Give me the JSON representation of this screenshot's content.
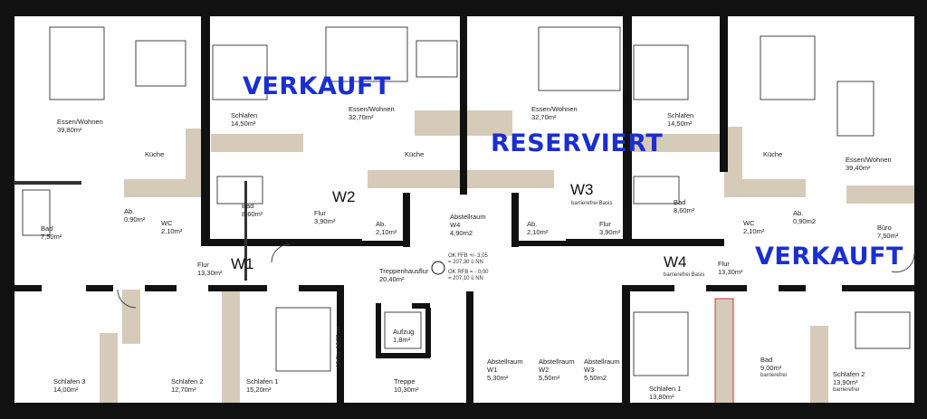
{
  "colors": {
    "wall": "#111111",
    "cabinet": "#d6cbb8",
    "status": "#1a2fd0",
    "accent_red": "#d03030"
  },
  "status_labels": [
    "VERKAUFT",
    "RESERVIERT",
    "VERKAUFT"
  ],
  "units": [
    "W1",
    "W2",
    "W3",
    "W4"
  ],
  "unit_notes": {
    "w3": "barrierefrei Basis",
    "w4": "barrierefrei Basis"
  },
  "rooms": [
    {
      "name": "Essen/Wohnen",
      "area": "39,80m²"
    },
    {
      "name": "Küche",
      "area": ""
    },
    {
      "name": "Bad",
      "area": "7,50m²"
    },
    {
      "name": "Ab.",
      "area": "0,90m²"
    },
    {
      "name": "WC",
      "area": "2,10m²"
    },
    {
      "name": "Flur",
      "area": "13,30m²"
    },
    {
      "name": "Schlafen",
      "area": "14,50m²"
    },
    {
      "name": "Bad",
      "area": "8,60m²"
    },
    {
      "name": "Essen/Wohnen",
      "area": "32,70m²"
    },
    {
      "name": "Küche",
      "area": ""
    },
    {
      "name": "Flur",
      "area": "3,90m²"
    },
    {
      "name": "Ab.",
      "area": "2,10m²"
    },
    {
      "name": "Abstellraum",
      "area": "W4",
      "extra": "4,90m2"
    },
    {
      "name": "Essen/Wohnen",
      "area": "32,70m²"
    },
    {
      "name": "Ab.",
      "area": "2,10m²"
    },
    {
      "name": "Flur",
      "area": "3,90m²"
    },
    {
      "name": "Schlafen",
      "area": "14,50m²"
    },
    {
      "name": "Bad",
      "area": "8,60m²"
    },
    {
      "name": "Küche",
      "area": ""
    },
    {
      "name": "Essen/Wohnen",
      "area": "39,40m²"
    },
    {
      "name": "WC",
      "area": "2,10m²"
    },
    {
      "name": "Ab.",
      "area": "0,90m2"
    },
    {
      "name": "Büro",
      "area": "7,50m²"
    },
    {
      "name": "Flur",
      "area": "13,30m²"
    },
    {
      "name": "Treppenhausflur",
      "area": "20,40m²"
    },
    {
      "name": "Schlafen 3",
      "area": "14,00m²"
    },
    {
      "name": "Schlafen 2",
      "area": "12,70m²"
    },
    {
      "name": "Schlafen 1",
      "area": "15,20m²"
    },
    {
      "name": "Aufzug",
      "area": "1,8m²"
    },
    {
      "name": "Treppe",
      "area": "10,30m²"
    },
    {
      "name": "Abstellraum",
      "area": "W1",
      "extra": "5,30m²"
    },
    {
      "name": "Abstellraum",
      "area": "W2",
      "extra": "5,50m²"
    },
    {
      "name": "Abstellraum",
      "area": "W3",
      "extra": "5,50m2"
    },
    {
      "name": "Schlafen 1",
      "area": "13,80m²"
    },
    {
      "name": "Bad",
      "area": "9,00m²",
      "extra": "barrierefrei"
    },
    {
      "name": "Schlafen 2",
      "area": "13,90m²",
      "extra": "barrierefrei"
    }
  ],
  "levels": {
    "ok_ffb": "OK FFB +/- 3,05",
    "ok_ffb_nn": "= 207,30 ü NN",
    "ok_rfb": "OK RFB = - 0,00",
    "ok_rfb_nn": "= 207,10 ü NN"
  },
  "stairs_note": "18 Stg. 18/27 cm"
}
